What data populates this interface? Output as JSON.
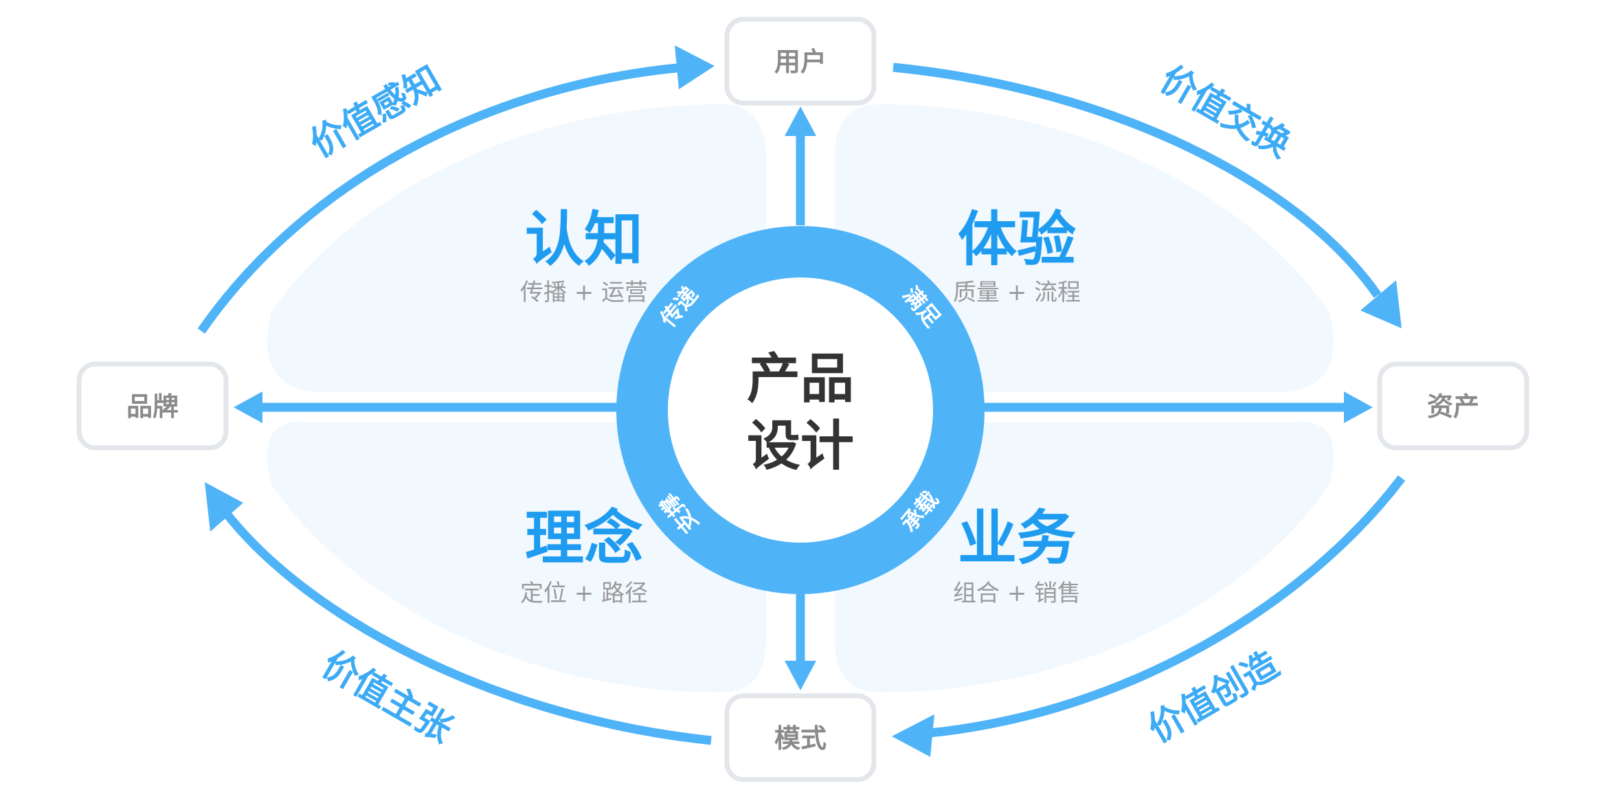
{
  "center": {
    "line1": "产品",
    "line2": "设计"
  },
  "nodes": {
    "top": "用户",
    "left": "品牌",
    "right": "资产",
    "bottom": "模式"
  },
  "quadrants": {
    "top_left": {
      "title": "认知",
      "subtitle": "传播 + 运营"
    },
    "top_right": {
      "title": "体验",
      "subtitle": "质量 + 流程"
    },
    "bottom_left": {
      "title": "理念",
      "subtitle": "定位 + 路径"
    },
    "bottom_right": {
      "title": "业务",
      "subtitle": "组合 + 销售"
    }
  },
  "ring_labels": {
    "top_left": "传递",
    "top_right": "满足",
    "bottom_left": "支撑",
    "bottom_right": "承载"
  },
  "flows": {
    "top_left": "价值感知",
    "top_right": "价值交换",
    "bottom_left": "价值主张",
    "bottom_right": "价值创造"
  },
  "colors": {
    "accent": "#4fb3f8",
    "title": "#1f9cf0",
    "leaf": "#f1f8fe",
    "node_border": "#e3e6ea"
  }
}
